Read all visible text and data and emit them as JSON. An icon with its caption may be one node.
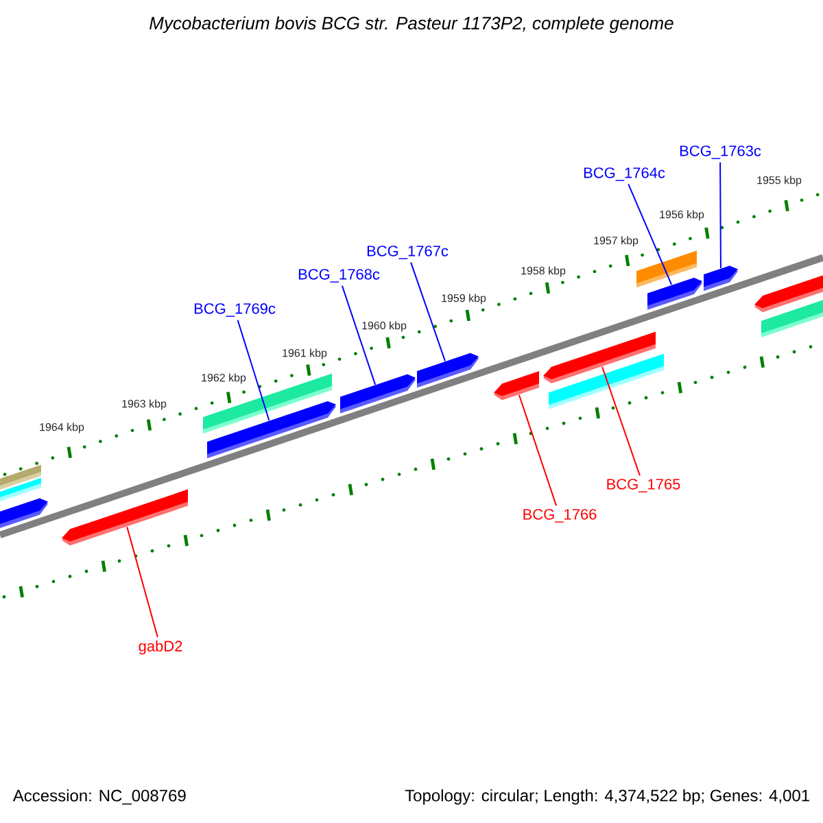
{
  "diagram": {
    "title": "Mycobacterium bovis BCG str. Pasteur 1173P2, complete genome",
    "nodes": [
      {
        "text": [
          "BCG_1763c"
        ]
      },
      {
        "text": [
          "BCG_1764c"
        ]
      },
      {
        "text": [
          "BCG_1767c"
        ]
      },
      {
        "text": [
          "BCG_1768c"
        ]
      },
      {
        "text": [
          "BCG_1769c"
        ]
      },
      {
        "text": [
          "BCG_1765"
        ]
      },
      {
        "text": [
          "BCG_1766"
        ]
      },
      {
        "text": [
          "gabD2"
        ]
      },
      {
        "text": [],
        "shape": "bar"
      },
      {
        "text": [],
        "shape": "bar"
      },
      {
        "text": [],
        "shape": "bar"
      },
      {
        "text": [],
        "shape": "bar"
      },
      {
        "text": [],
        "shape": "bar"
      },
      {
        "text": [],
        "shape": "bar"
      },
      {
        "text": [],
        "shape": "bar"
      },
      {
        "text": [],
        "shape": "bar"
      },
      {
        "text": [],
        "shape": "bar"
      },
      {
        "text": [],
        "shape": "bar"
      },
      {
        "text": [],
        "shape": "bar"
      },
      {
        "text": [],
        "shape": "bar"
      },
      {
        "text": [],
        "shape": "bar"
      },
      {
        "text": [],
        "shape": "bar"
      },
      {
        "text": [],
        "shape": "bar"
      },
      {
        "text": [],
        "shape": "bar"
      }
    ],
    "edges": [
      {
        "from": 0,
        "to": 21,
        "arrow": "none"
      },
      {
        "from": 1,
        "to": 20,
        "arrow": "none"
      },
      {
        "from": 2,
        "to": 15,
        "arrow": "none"
      },
      {
        "from": 3,
        "to": 14,
        "arrow": "none"
      },
      {
        "from": 4,
        "to": 13,
        "arrow": "none"
      },
      {
        "from": 5,
        "to": 17,
        "arrow": "none",
        "color": "#ff0000"
      },
      {
        "from": 6,
        "to": 16,
        "arrow": "none",
        "color": "#ff0000"
      },
      {
        "from": 7,
        "to": 11,
        "arrow": "none",
        "color": "#ff0000"
      }
    ],
    "labels": [
      "1955 kbp",
      "1956 kbp",
      "1957 kbp",
      "1958 kbp",
      "1959 kbp",
      "1960 kbp",
      "1961 kbp",
      "1962 kbp",
      "1963 kbp",
      "1964 kbp",
      "Accession: NC_008769",
      "Topology: circular; Length: 4,374,522 bp; Genes: 4,001"
    ]
  }
}
